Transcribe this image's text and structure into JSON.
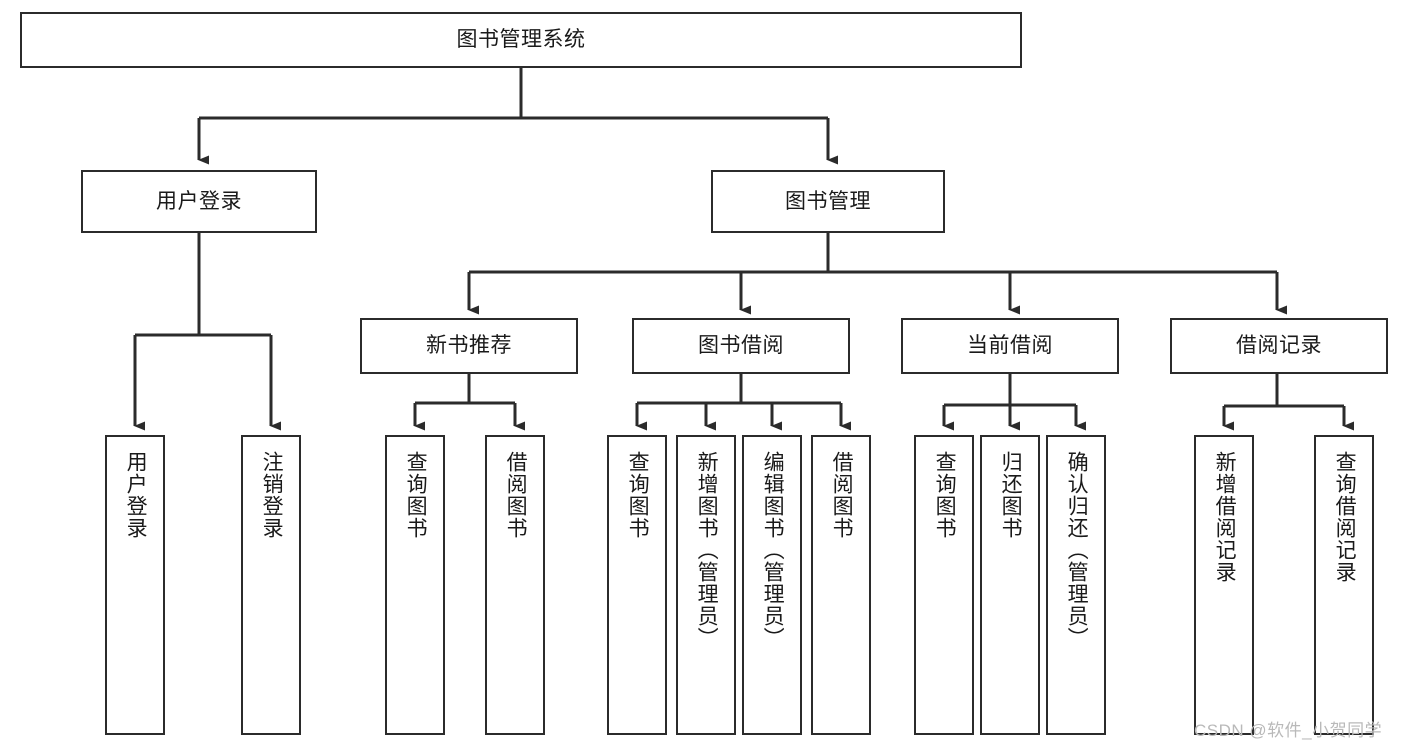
{
  "diagram": {
    "title": "图书管理系统",
    "type": "tree-hierarchy",
    "stroke_color": "#2b2b2b",
    "text_color": "#1a1a1a",
    "background_color": "#ffffff",
    "watermark": "CSDN @软件_小贺同学"
  },
  "nodes": {
    "root": {
      "label": "图书管理系统"
    },
    "level1": [
      {
        "label": "用户登录"
      },
      {
        "label": "图书管理"
      }
    ],
    "level2": [
      {
        "label": "新书推荐"
      },
      {
        "label": "图书借阅"
      },
      {
        "label": "当前借阅"
      },
      {
        "label": "借阅记录"
      }
    ],
    "leaves": {
      "user_login": [
        {
          "label": "用户登录"
        },
        {
          "label": "注销登录"
        }
      ],
      "new_book_recommend": [
        {
          "label": "查询图书"
        },
        {
          "label": "借阅图书"
        }
      ],
      "book_borrow": [
        {
          "label": "查询图书"
        },
        {
          "label": "新增图书（管理员）"
        },
        {
          "label": "编辑图书（管理员）"
        },
        {
          "label": "借阅图书"
        }
      ],
      "current_borrow": [
        {
          "label": "查询图书"
        },
        {
          "label": "归还图书"
        },
        {
          "label": "确认归还（管理员）"
        }
      ],
      "borrow_record": [
        {
          "label": "新增借阅记录"
        },
        {
          "label": "查询借阅记录"
        }
      ]
    }
  }
}
